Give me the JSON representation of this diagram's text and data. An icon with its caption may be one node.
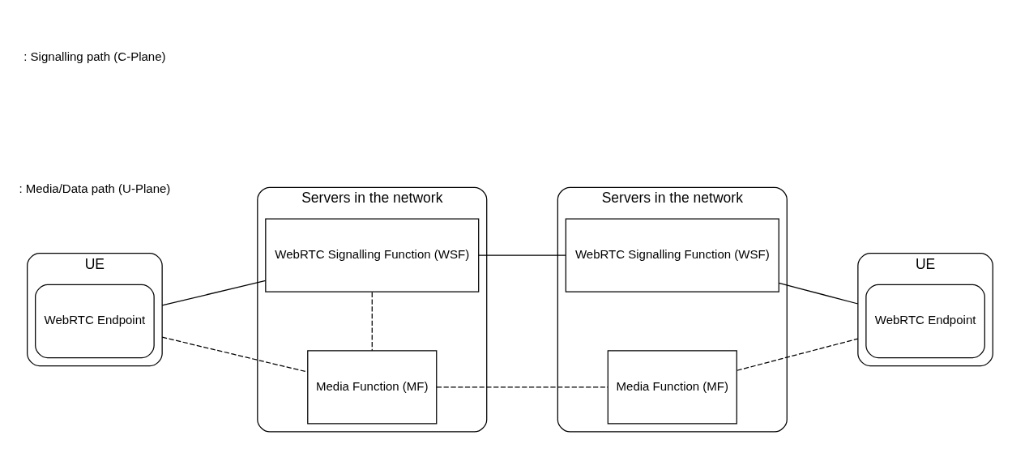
{
  "diagram": {
    "nodes": [
      {
        "text": [
          "UE"
        ]
      },
      {
        "text": [
          "WebRTC Endpoint"
        ],
        "in": 0
      },
      {
        "text": [
          "Servers in the network"
        ]
      },
      {
        "text": [
          "WebRTC Signalling Function (WSF)"
        ],
        "in": 2
      },
      {
        "text": [
          "Media Function (MF)"
        ],
        "in": 2
      },
      {
        "text": [
          "Servers in the network"
        ]
      },
      {
        "text": [
          "WebRTC Signalling Function (WSF)"
        ],
        "in": 5
      },
      {
        "text": [
          "Media Function (MF)"
        ],
        "in": 5
      },
      {
        "text": [
          "UE"
        ]
      },
      {
        "text": [
          "WebRTC Endpoint"
        ],
        "in": 8
      }
    ],
    "edges": [
      {
        "from": 0,
        "to": 3,
        "arrow": "none"
      },
      {
        "from": 3,
        "to": 6,
        "arrow": "none"
      },
      {
        "from": 6,
        "to": 8,
        "arrow": "none"
      },
      {
        "from": 3,
        "to": 4,
        "arrow": "none",
        "style": "dashed"
      },
      {
        "from": 0,
        "to": 4,
        "arrow": "none",
        "style": "dashed"
      },
      {
        "from": 4,
        "to": 7,
        "arrow": "none",
        "style": "dashed"
      },
      {
        "from": 7,
        "to": 8,
        "arrow": "none",
        "style": "dashed"
      }
    ],
    "legend": [
      {
        "text": ": Signalling path (C-Plane)"
      },
      {
        "text": ": Media/Data path (U-Plane)"
      }
    ]
  }
}
